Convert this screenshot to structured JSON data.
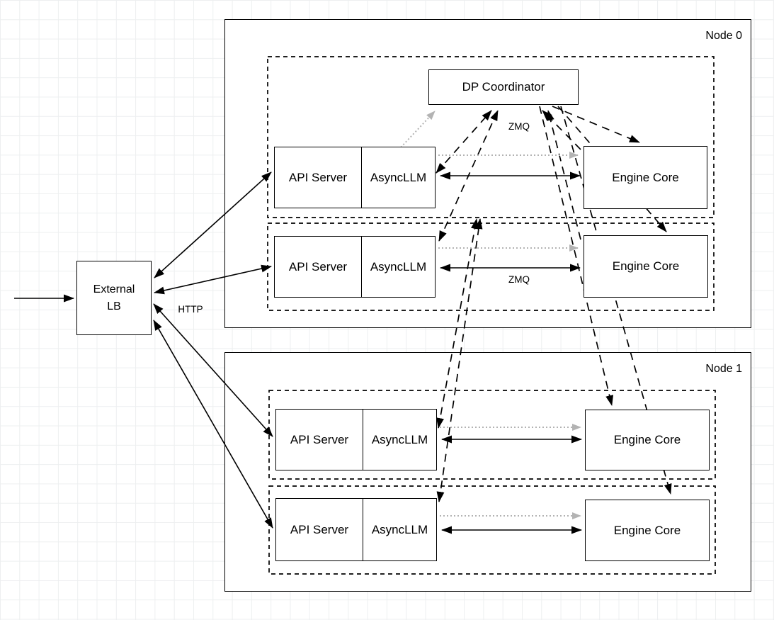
{
  "diagram": {
    "external_lb": {
      "line1": "External",
      "line2": "LB"
    },
    "edge_labels": {
      "http": "HTTP",
      "zmq_coordinator": "ZMQ",
      "zmq_engine": "ZMQ"
    },
    "coordinator_label": "DP Coordinator",
    "nodes": [
      {
        "label": "Node 0",
        "rows": [
          {
            "api_server": "API Server",
            "async_llm": "AsyncLLM",
            "engine": "Engine Core"
          },
          {
            "api_server": "API Server",
            "async_llm": "AsyncLLM",
            "engine": "Engine Core"
          }
        ]
      },
      {
        "label": "Node 1",
        "rows": [
          {
            "api_server": "API Server",
            "async_llm": "AsyncLLM",
            "engine": "Engine Core"
          },
          {
            "api_server": "API Server",
            "async_llm": "AsyncLLM",
            "engine": "Engine Core"
          }
        ]
      }
    ],
    "colors": {
      "stroke": "#000000",
      "dotted_link": "#b3b3b3",
      "background": "#ffffff",
      "grid": "#edeff0"
    }
  }
}
